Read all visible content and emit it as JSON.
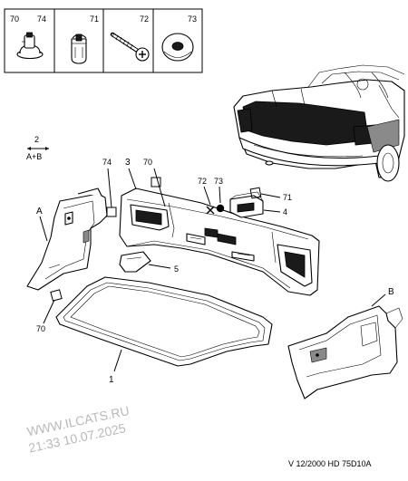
{
  "legend_boxes": [
    {
      "left_number": "70",
      "right_number": "74",
      "icon": "push-rivet-icon"
    },
    {
      "number": "71",
      "icon": "grommet-clip-icon"
    },
    {
      "number": "72",
      "icon": "screw-icon"
    },
    {
      "number": "73",
      "icon": "washer-icon"
    }
  ],
  "callouts": {
    "detail_a": "A",
    "detail_b": "B",
    "part_1": "1",
    "part_3": "3",
    "part_4": "4",
    "part_5": "5",
    "part_70_top": "70",
    "part_70_bottom": "70",
    "part_71": "71",
    "part_72": "72",
    "part_73": "73",
    "part_74": "74"
  },
  "variant_note": {
    "number": "2",
    "text": "A+B"
  },
  "watermark": {
    "site": "WWW.ILCATS.RU",
    "timestamp": "21:33 10.07.2025"
  },
  "footer_code": "V 12/2000 HD 75D10A"
}
